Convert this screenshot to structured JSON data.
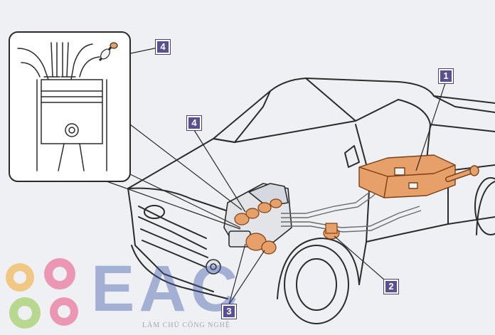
{
  "callouts": {
    "one": "1",
    "two": "2",
    "three": "3",
    "four_inset": "4",
    "four_engine": "4"
  },
  "watermark": {
    "text": "EAC",
    "tagline": "LÀM CHỦ CÔNG NGHỆ",
    "colors": [
      "#f4a62a",
      "#e9507f",
      "#8cc63f",
      "#3f5aa8"
    ]
  },
  "colors": {
    "fuel_line": "#e8a06a",
    "tank": "#e8a06a",
    "callout": "#5b4f93",
    "line_art": "#2b2b2b",
    "background": "#eef0f3"
  }
}
